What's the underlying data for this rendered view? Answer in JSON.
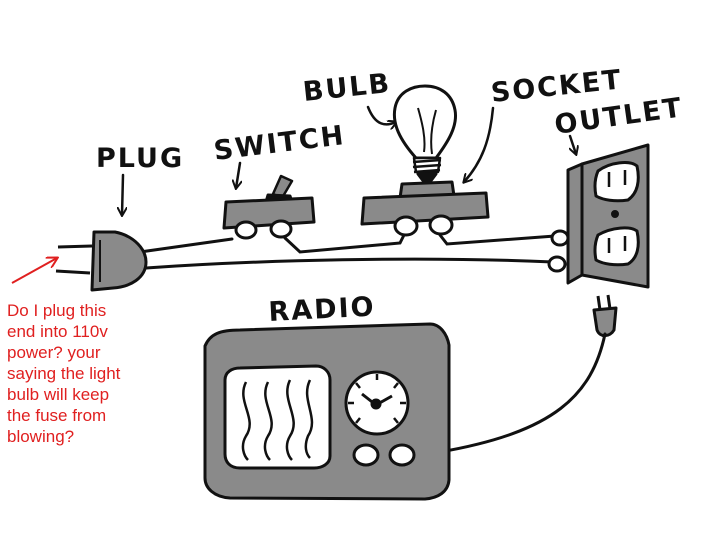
{
  "labels": {
    "bulb": "BULB",
    "socket": "SOCKET",
    "outlet": "OUTLET",
    "plug": "PLUG",
    "switch": "SWITCH",
    "radio": "RADIO"
  },
  "question": {
    "lines": [
      "Do I plug this",
      "end into 110v",
      "power? your",
      "saying the light",
      "bulb will keep",
      "the fuse from",
      "blowing?"
    ]
  },
  "colors": {
    "ink": "#111111",
    "shade": "#8a8a8a",
    "annotation": "#e02020"
  }
}
